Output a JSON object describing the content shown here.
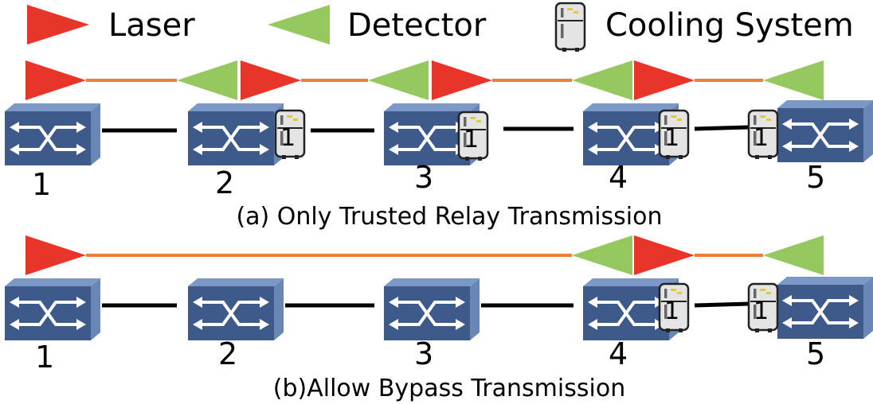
{
  "legend": {
    "laser_label": "Laser",
    "detector_label": "Detector",
    "cooling_label": "Cooling System",
    "laser_color": "#e8352a",
    "detector_color": "#95c85e"
  },
  "colors": {
    "switch_front": "#3d5a8a",
    "switch_top": "#7b98c6",
    "switch_side": "#6a86b4",
    "fiber": "#e8823a",
    "link": "#000000"
  },
  "panel_a": {
    "caption": "(a) Only Trusted Relay Transmission",
    "nodes": [
      "1",
      "2",
      "3",
      "4",
      "5"
    ],
    "cooling_counts": [
      "1",
      "1",
      "1",
      "1"
    ]
  },
  "panel_b": {
    "caption": "(b)Allow Bypass Transmission",
    "nodes": [
      "1",
      "2",
      "3",
      "4",
      "5"
    ],
    "cooling_counts": [
      "1",
      "1"
    ]
  }
}
